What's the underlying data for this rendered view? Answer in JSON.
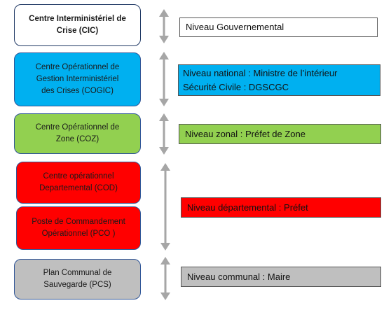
{
  "colors": {
    "white_box": "#ffffff",
    "blue_box": "#00b0f0",
    "green_box": "#92d050",
    "red_box": "#ff0000",
    "gray_box": "#bfbfbf",
    "arrow": "#a6a6a6",
    "border_dark": "#1f3864"
  },
  "icons": {
    "vertical_arrow": "double-headed-vertical-arrow"
  },
  "centers": [
    {
      "id": "cic",
      "label": "Centre Interministériel de\nCrise (CIC)",
      "bold": true
    },
    {
      "id": "cogic",
      "label": "Centre Opérationnel de\nGestion Interministériel\ndes Crises (COGIC)",
      "bold": false
    },
    {
      "id": "coz",
      "label": "Centre Opérationnel de\nZone (COZ)",
      "bold": false
    },
    {
      "id": "cod",
      "label": "Centre opérationnel\nDepartemental (COD)",
      "bold": false
    },
    {
      "id": "pco",
      "label": "Poste de Commandement\nOpérationnel (PCO )",
      "bold": false
    },
    {
      "id": "pcs",
      "label": "Plan Communal de\nSauvegarde (PCS)",
      "bold": false
    }
  ],
  "levels": [
    {
      "id": "gouvernemental",
      "label": "Niveau Gouvernemental"
    },
    {
      "id": "national",
      "label": "Niveau national :  Ministre de l’intérieur\nSécurité  Civile : DGSCGC"
    },
    {
      "id": "zonal",
      "label": "Niveau zonal  : Préfet  de Zone"
    },
    {
      "id": "departemental",
      "label": "Niveau départemental  : Préfet"
    },
    {
      "id": "communal",
      "label": "Niveau communal : Maire"
    }
  ]
}
